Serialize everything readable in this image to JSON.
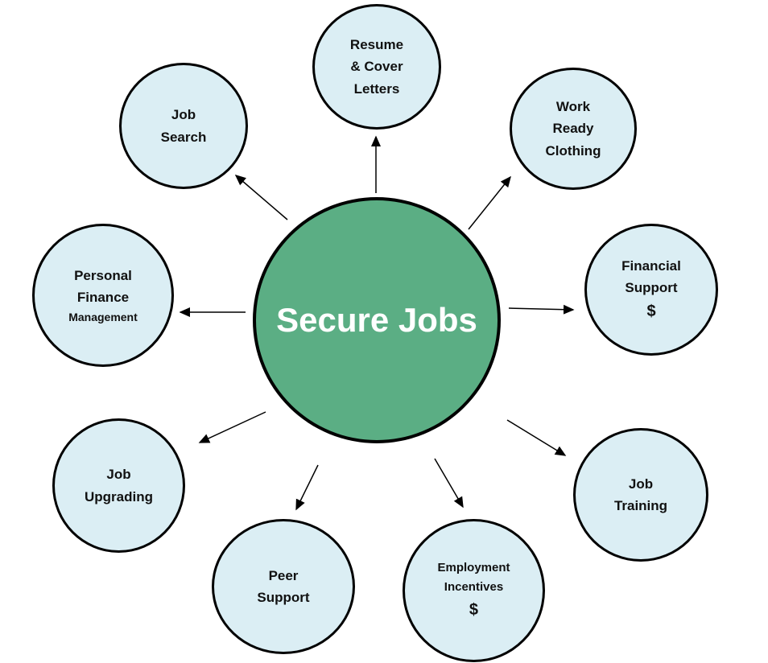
{
  "center": {
    "label": "Secure Jobs"
  },
  "nodes": {
    "resume": {
      "lines": [
        "Resume",
        "& Cover",
        "Letters"
      ]
    },
    "job_search": {
      "lines": [
        "Job",
        "Search"
      ]
    },
    "work_ready": {
      "lines": [
        "Work",
        "Ready",
        "Clothing"
      ]
    },
    "financial_support": {
      "lines": [
        "Financial",
        "Support",
        "$"
      ]
    },
    "personal_finance": {
      "lines": [
        "Personal",
        "Finance",
        "Management"
      ]
    },
    "job_upgrading": {
      "lines": [
        "Job",
        "Upgrading"
      ]
    },
    "peer_support": {
      "lines": [
        "Peer",
        "Support"
      ]
    },
    "employment_incentives": {
      "lines": [
        "Employment",
        "Incentives",
        "$"
      ]
    },
    "job_training": {
      "lines": [
        "Job",
        "Training"
      ]
    }
  },
  "colors": {
    "center": "#5bae84",
    "node": "#dbeef4"
  }
}
